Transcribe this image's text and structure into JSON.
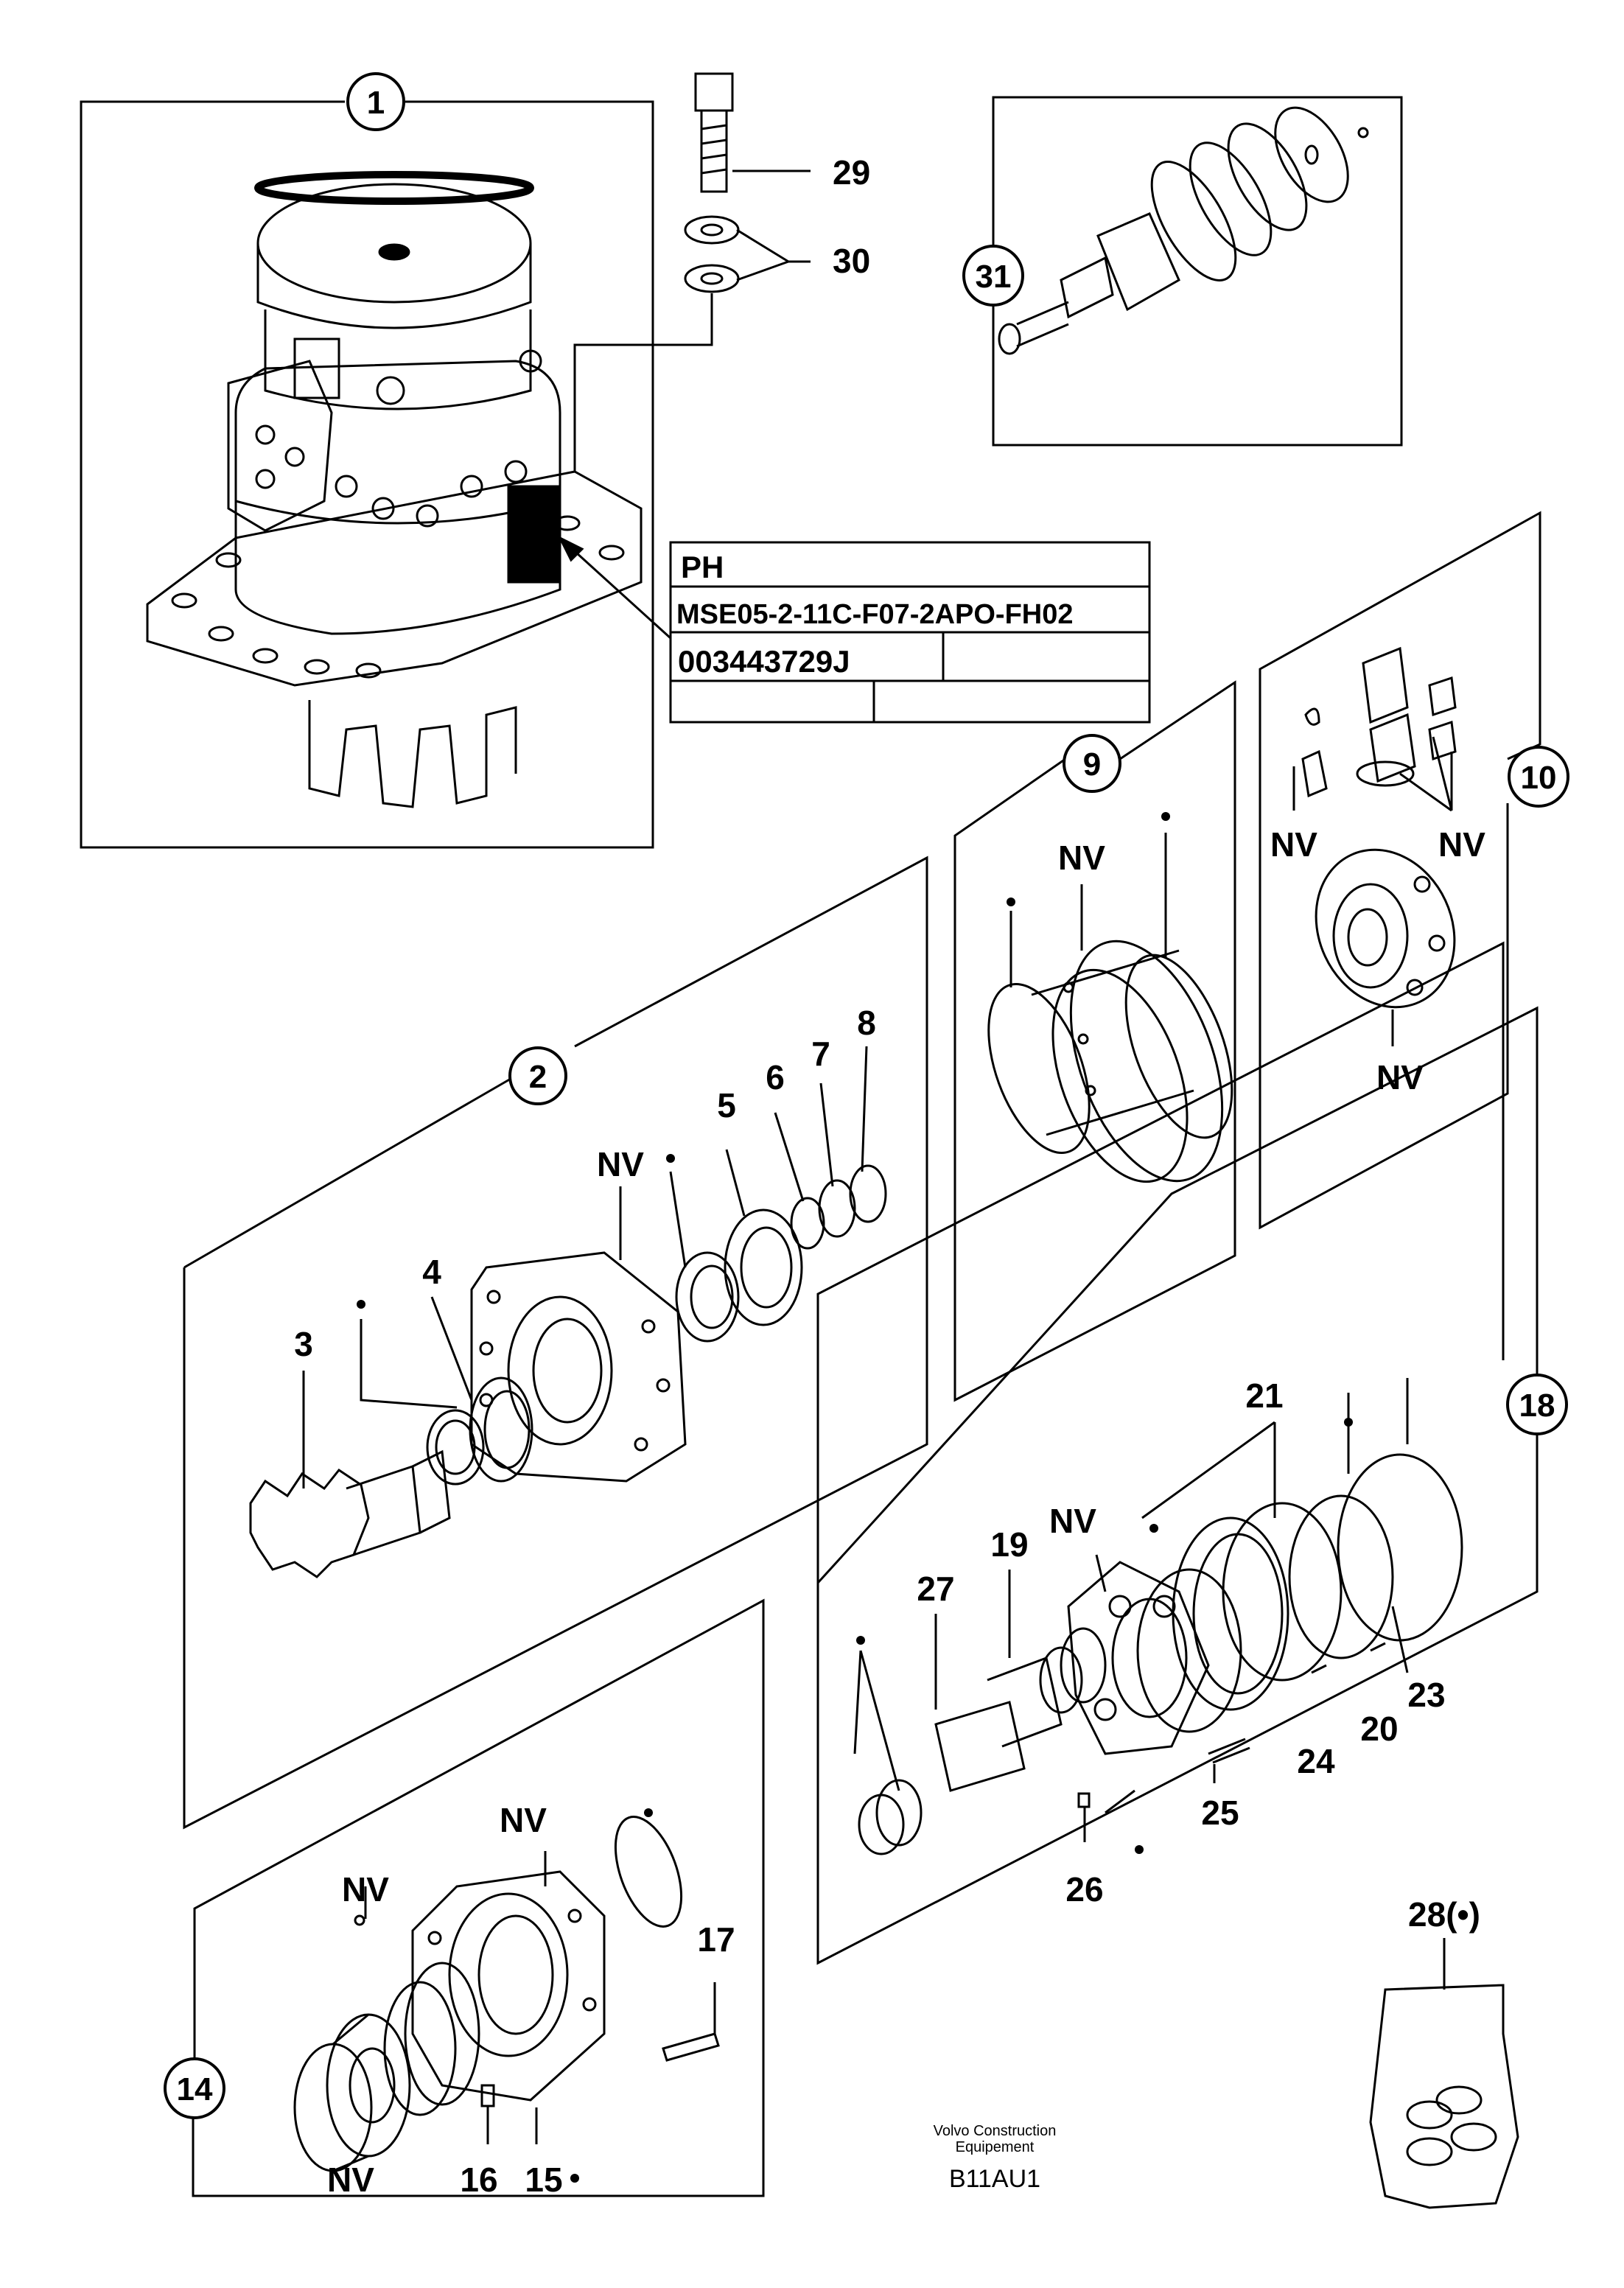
{
  "callouts": [
    "1",
    "2",
    "9",
    "10",
    "14",
    "18",
    "31"
  ],
  "labels": {
    "l29": "29",
    "l30": "30",
    "l3": "3",
    "l4": "4",
    "l5": "5",
    "l6": "6",
    "l7": "7",
    "l8": "8",
    "nv_g2": "NV",
    "nv_g9": "NV",
    "nv_g10a": "NV",
    "nv_g10b": "NV",
    "nv_g10c": "NV",
    "l21": "21",
    "nv_g18": "NV",
    "l19": "19",
    "l27": "27",
    "l20": "20",
    "l23": "23",
    "l24": "24",
    "l25": "25",
    "l26": "26",
    "nv_g14a": "NV",
    "nv_g14b": "NV",
    "nv_g14c": "NV",
    "l17": "17",
    "l16": "16",
    "l15": "15",
    "l28": "28(•)"
  },
  "nameplate": {
    "row1": "PH",
    "row2": "MSE05-2-11C-F07-2APO-FH02",
    "row3": "003443729J"
  },
  "footer": {
    "company_line1": "Volvo Construction",
    "company_line2": "Equipement",
    "code": "B11AU1"
  }
}
